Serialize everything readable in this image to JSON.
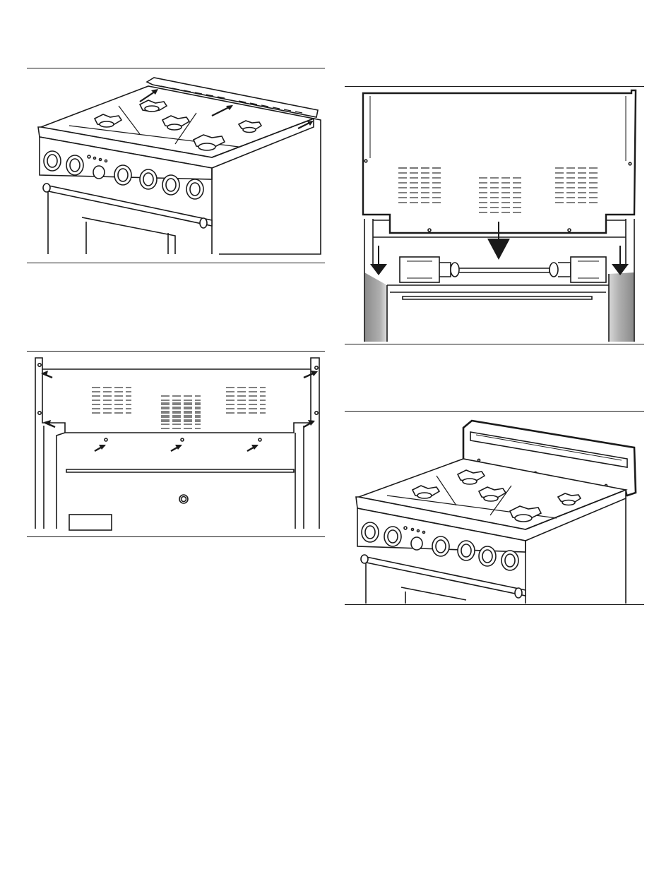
{
  "page": {
    "figures": [
      {
        "id": "fig-1",
        "subject": "range-front-top-view"
      },
      {
        "id": "fig-2",
        "subject": "backguard-rear-view"
      },
      {
        "id": "fig-3",
        "subject": "backguard-lowering-rear"
      },
      {
        "id": "fig-4",
        "subject": "range-with-backguard"
      }
    ],
    "colors": {
      "line": "#1a1a1a",
      "paper": "#ffffff",
      "shade": "#9a9a9a"
    }
  }
}
